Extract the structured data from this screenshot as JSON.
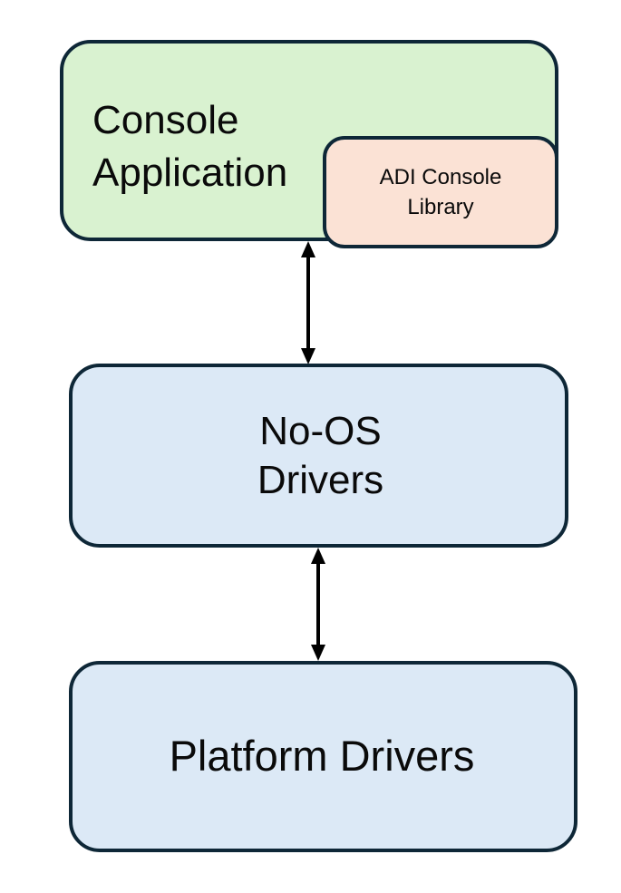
{
  "diagram": {
    "nodes": {
      "console_app": {
        "line1": "Console",
        "line2": "Application",
        "fill": "#d9f2d0"
      },
      "adi_lib": {
        "line1": "ADI Console",
        "line2": "Library",
        "fill": "#fbe2d5"
      },
      "noos": {
        "line1": "No-OS",
        "line2": "Drivers",
        "fill": "#dce9f6"
      },
      "platform": {
        "label": "Platform Drivers",
        "fill": "#dce9f6"
      }
    },
    "edges": [
      {
        "from": "Console Application",
        "to": "No-OS Drivers",
        "type": "bidirectional"
      },
      {
        "from": "No-OS Drivers",
        "to": "Platform Drivers",
        "type": "bidirectional"
      }
    ],
    "border_color": "#0e2737",
    "arrow_color": "#000000"
  }
}
